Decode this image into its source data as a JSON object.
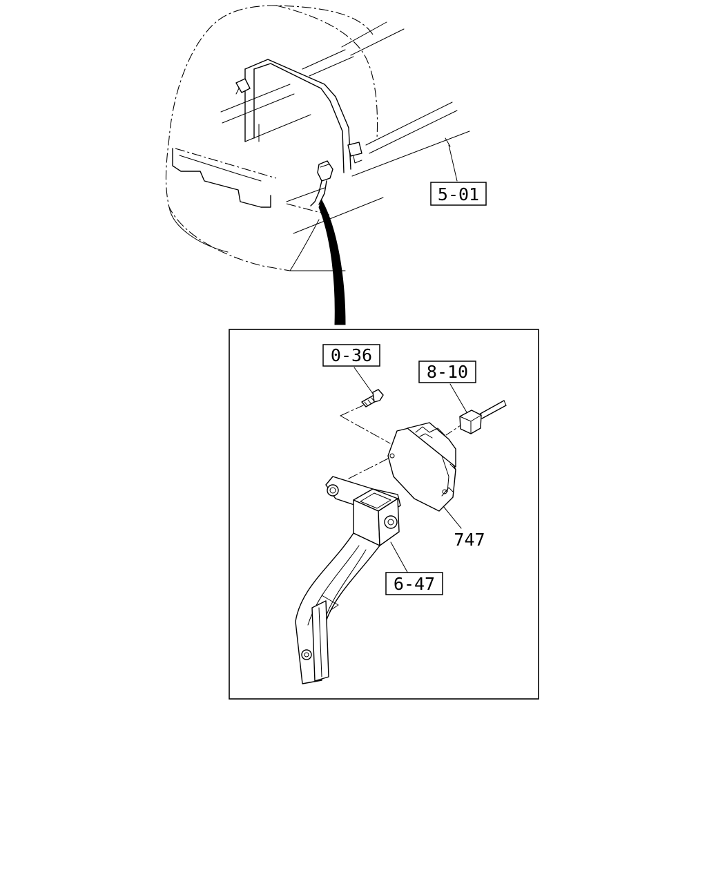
{
  "callouts": {
    "vehicle_ref": "5-01",
    "bolt_ref": "0-36",
    "connector_ref": "8-10",
    "sensor_part": "747",
    "pedal_ref": "6-47"
  }
}
